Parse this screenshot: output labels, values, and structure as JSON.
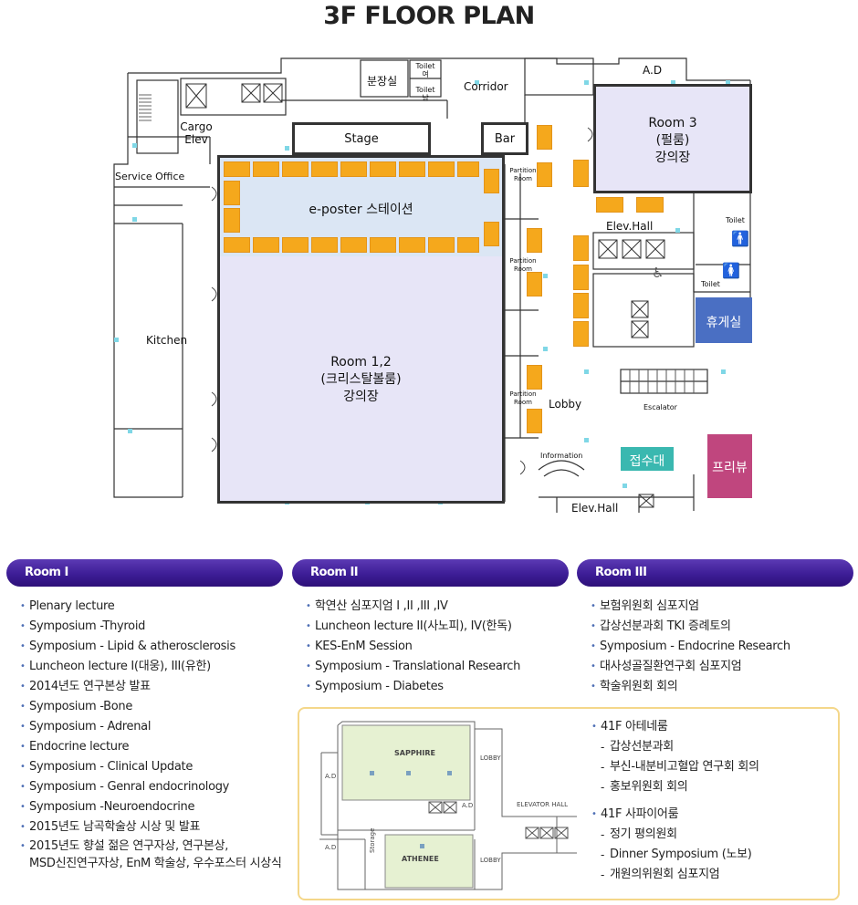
{
  "title": "3F FLOOR PLAN",
  "floor": {
    "labels": {
      "bunjangsil": "분장실",
      "toilet_f": "Toilet\n여",
      "toilet_m": "Toilet\n남",
      "corridor": "Corridor",
      "ad": "A.D",
      "cargo": "Cargo\nElev",
      "stage": "Stage",
      "bar": "Bar",
      "partition1": "Partition\nRoom",
      "partition2": "Partition\nRoom",
      "partition3": "Partition\nRoom",
      "service_office": "Service Office",
      "eposter": "e-poster 스테이션",
      "kitchen": "Kitchen",
      "room12": "Room 1,2\n(크리스탈볼룸)\n강의장",
      "room3": "Room 3\n(펄룸)\n강의장",
      "elev_hall_top": "Elev.Hall",
      "toilet_right1": "Toilet",
      "toilet_right2": "Toilet",
      "lounge": "휴게실",
      "escalator": "Escalator",
      "lobby": "Lobby",
      "information": "Information",
      "reception": "접수대",
      "preview": "프리뷰",
      "elev_hall_bottom": "Elev.Hall"
    },
    "colors": {
      "room": "#e7e5f7",
      "eposter": "#dbe6f4",
      "booth": "#f5a81c",
      "lounge": "#4a6fc3",
      "reception": "#3ab8b0",
      "preview": "#c0467e",
      "wall": "#333333"
    }
  },
  "rooms": [
    {
      "name": "Room I",
      "items": [
        "Plenary lecture",
        "Symposium -Thyroid",
        "Symposium - Lipid & atherosclerosis",
        "Luncheon lecture I(대웅), III(유한)",
        "2014년도 연구본상 발표",
        "Symposium -Bone",
        "Symposium - Adrenal",
        "Endocrine lecture",
        "Symposium - Clinical Update",
        "Symposium - Genral endocrinology",
        "Symposium -Neuroendocrine",
        "2015년도 남곡학술상 시상 및 발표",
        "2015년도 향설 젊은 연구자상, 연구본상,",
        "MSD신진연구자상, EnM 학술상, 우수포스터 시상식"
      ]
    },
    {
      "name": "Room II",
      "items": [
        "학연산 심포지엄 I ,II ,III ,IV",
        "Luncheon lecture II(사노피), IV(한독)",
        "KES-EnM Session",
        "Symposium - Translational Research",
        "Symposium - Diabetes"
      ]
    },
    {
      "name": "Room III",
      "items": [
        "보험위원회 심포지엄",
        "갑상선분과회 TKI 증례토의",
        "Symposium - Endocrine Research",
        "대사성골질환연구회 심포지엄",
        "학술위원회 회의"
      ]
    }
  ],
  "fourth_floor": {
    "map_labels": {
      "sapphire": "SAPPHIRE",
      "athenee": "ATHENEE",
      "lobby1": "LOBBY",
      "lobby2": "LOBBY",
      "elevator_hall": "ELEVATOR HALL",
      "ad1": "A.D",
      "ad2": "A.D",
      "ad3": "A.D",
      "storage": "Storage"
    },
    "athenee_title": "41F 아테네룸",
    "athenee_items": [
      "갑상선분과회",
      "부신-내분비고혈압 연구회 회의",
      "홍보위원회 회의"
    ],
    "sapphire_title": "41F 사파이어룸",
    "sapphire_items": [
      "정기 평의원회",
      "Dinner Symposium (노보)",
      "개원의위원회 심포지엄"
    ]
  }
}
